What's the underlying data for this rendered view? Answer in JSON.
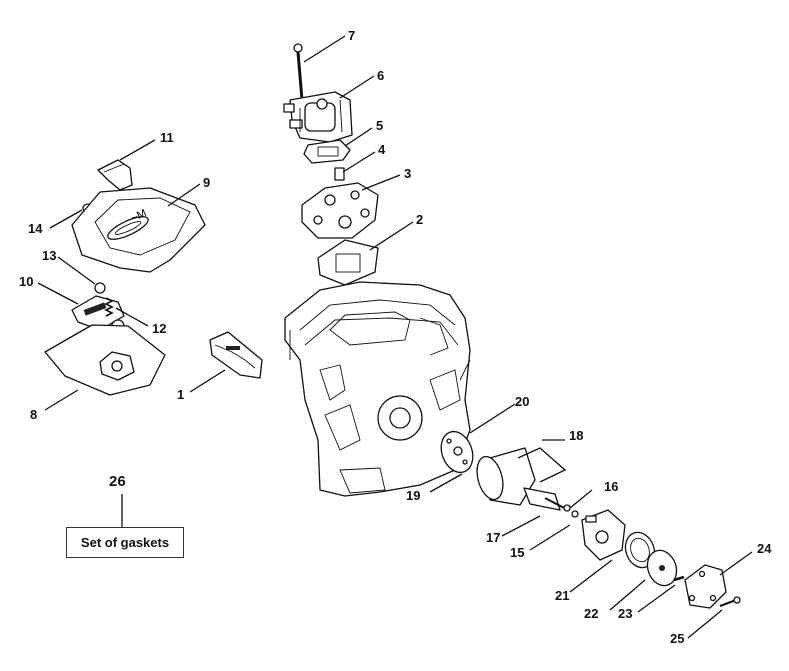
{
  "callouts": [
    "1",
    "2",
    "3",
    "4",
    "5",
    "6",
    "7",
    "8",
    "9",
    "10",
    "11",
    "12",
    "13",
    "14",
    "15",
    "16",
    "17",
    "18",
    "19",
    "20",
    "21",
    "22",
    "23",
    "24",
    "25"
  ],
  "gasket_set": {
    "number": "26",
    "label": "Set of gaskets"
  }
}
